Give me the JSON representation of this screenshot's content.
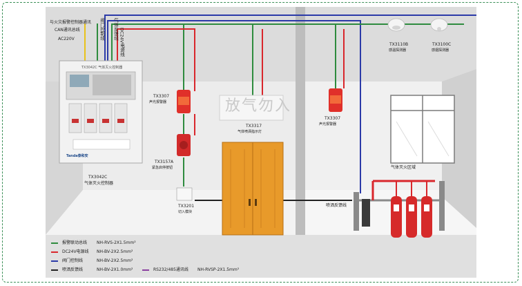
{
  "labels": {
    "alarm_link_bus": "与火灾报警控制器通讯",
    "can_bus": "CAN通讯总线",
    "ac220": "AC220V",
    "valve_ctrl": "阀门控制线",
    "dc24_label": "DC24V电源线",
    "feedback": "气体反馈线"
  },
  "controller": {
    "header": "TX3042C 气体灭火控制器",
    "brand": "Tanda泰和安",
    "model": "TX3042C",
    "name": "气体灭火控制器"
  },
  "devices": {
    "alarm1_model": "TX3307",
    "alarm1_name": "声光报警器",
    "station_model": "TX3157A",
    "station_name": "紧急启停按钮",
    "sign_text": "放气勿入",
    "sign_model": "TX3317",
    "sign_name": "气体喷洒指示灯",
    "switch_model": "TX3201",
    "switch_name": "切入模块",
    "alarm2_model": "TX3307",
    "alarm2_name": "声光报警器",
    "smoke_model": "TX3110B",
    "smoke_name": "感温探测器",
    "heat_model": "TX3100C",
    "heat_name": "感烟探测器",
    "nozzle_label": "喷洒反馈线",
    "zone_label": "气体灭火区域"
  },
  "legend": [
    {
      "label": "报警联动总线",
      "spec": "NH-RVS-2X1.5mm²",
      "color": "#2e8b3e"
    },
    {
      "label": "DC24V电源线",
      "spec": "NH-BV-2X2.5mm²",
      "color": "#d9262b"
    },
    {
      "label": "阀门控制线",
      "spec": "NH-BV-2X2.5mm²",
      "color": "#2b3aa8"
    },
    {
      "label": "喷洒反馈线",
      "spec": "NH-BV-2X1.0mm²",
      "color": "#222222"
    }
  ],
  "legend_extra": {
    "label": "RS232/485通讯线",
    "spec": "NH-RVSP-2X1.5mm²",
    "color": "#8a3fa0"
  },
  "colors": {
    "green": "#2e8b3e",
    "red": "#d9262b",
    "blue": "#2b3aa8",
    "black": "#222222",
    "yellow": "#e8c21a",
    "door": "#e89a2a"
  }
}
